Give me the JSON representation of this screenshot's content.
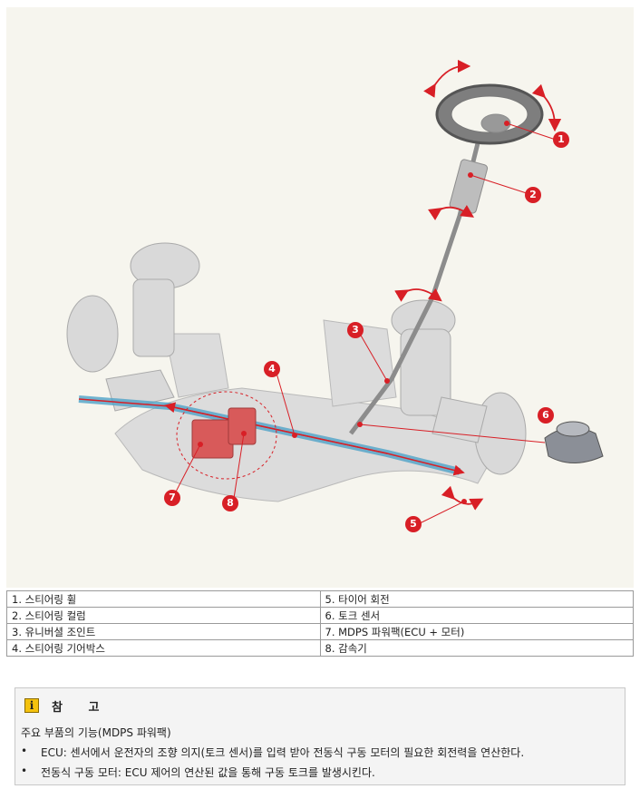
{
  "figure": {
    "callouts": [
      "1",
      "2",
      "3",
      "4",
      "5",
      "6",
      "7",
      "8"
    ],
    "accent_color": "#d81f26",
    "highlight_color": "#4fa3c8",
    "motor_color": "#d85a5a"
  },
  "legend": {
    "rows": [
      [
        "1. 스티어링 휠",
        "5. 타이어 회전"
      ],
      [
        "2. 스티어링 컬럼",
        "6. 토크 센서"
      ],
      [
        "3. 유니버셜 조인트",
        "7. MDPS 파워팩(ECU + 모터)"
      ],
      [
        "4. 스티어링 기어박스",
        "8. 감속기"
      ]
    ]
  },
  "note": {
    "icon": "info-icon",
    "title": "참 고",
    "subtitle": "주요 부품의 기능(MDPS 파워팩)",
    "bullets": [
      "ECU: 센서에서 운전자의 조향 의지(토크 센서)를 입력 받아 전동식 구동 모터의 필요한 회전력을 연산한다.",
      "전동식 구동 모터: ECU 제어의 연산된 값을 통해 구동 토크를 발생시킨다."
    ]
  }
}
